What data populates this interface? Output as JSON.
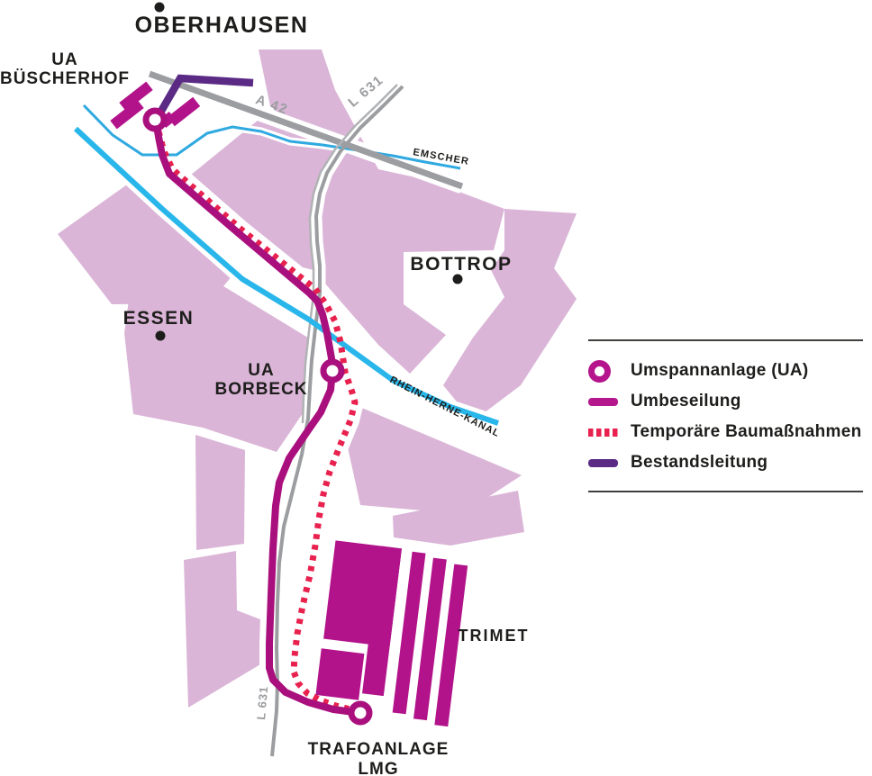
{
  "palette": {
    "urban_area_pink": "#dab5d7",
    "route_magenta": "#a90f7d",
    "structure_magenta": "#b2138a",
    "temporary_red": "#e8214e",
    "existing_line_purple": "#5b2a85",
    "water_blue": "#29b6ea",
    "road_gray": "#9b9da0",
    "text_black": "#1d1d1b"
  },
  "cities": {
    "oberhausen": "OBERHAUSEN",
    "bottrop": "BOTTROP",
    "essen": "ESSEN"
  },
  "sites": {
    "ua_buescherhof_line1": "UA",
    "ua_buescherhof_line2": "BÜSCHERHOF",
    "ua_borbeck_line1": "UA",
    "ua_borbeck_line2": "BORBECK",
    "trimet": "TRIMET",
    "trafoanlage_line1": "TRAFOANLAGE",
    "trafoanlage_line2": "LMG"
  },
  "roads": {
    "a42": "A 42",
    "l631_north": "L 631",
    "l631_south": "L 631"
  },
  "waterways": {
    "emscher": "EMSCHER",
    "rhein_herne_kanal": "RHEIN-HERNE-KANAL"
  },
  "legend": {
    "items": [
      {
        "key": "umspannanlage",
        "label": "Umspannanlage (UA)",
        "swatch": "ring",
        "color": "#b5148c"
      },
      {
        "key": "umbeseilung",
        "label": "Umbeseilung",
        "swatch": "bar",
        "color": "#b5188c"
      },
      {
        "key": "temporaere_baumassnahmen",
        "label": "Temporäre Baumaßnahmen",
        "swatch": "dotted",
        "color": "#e8214e"
      },
      {
        "key": "bestandsleitung",
        "label": "Bestandsleitung",
        "swatch": "bar",
        "color": "#5b2a85"
      }
    ]
  }
}
